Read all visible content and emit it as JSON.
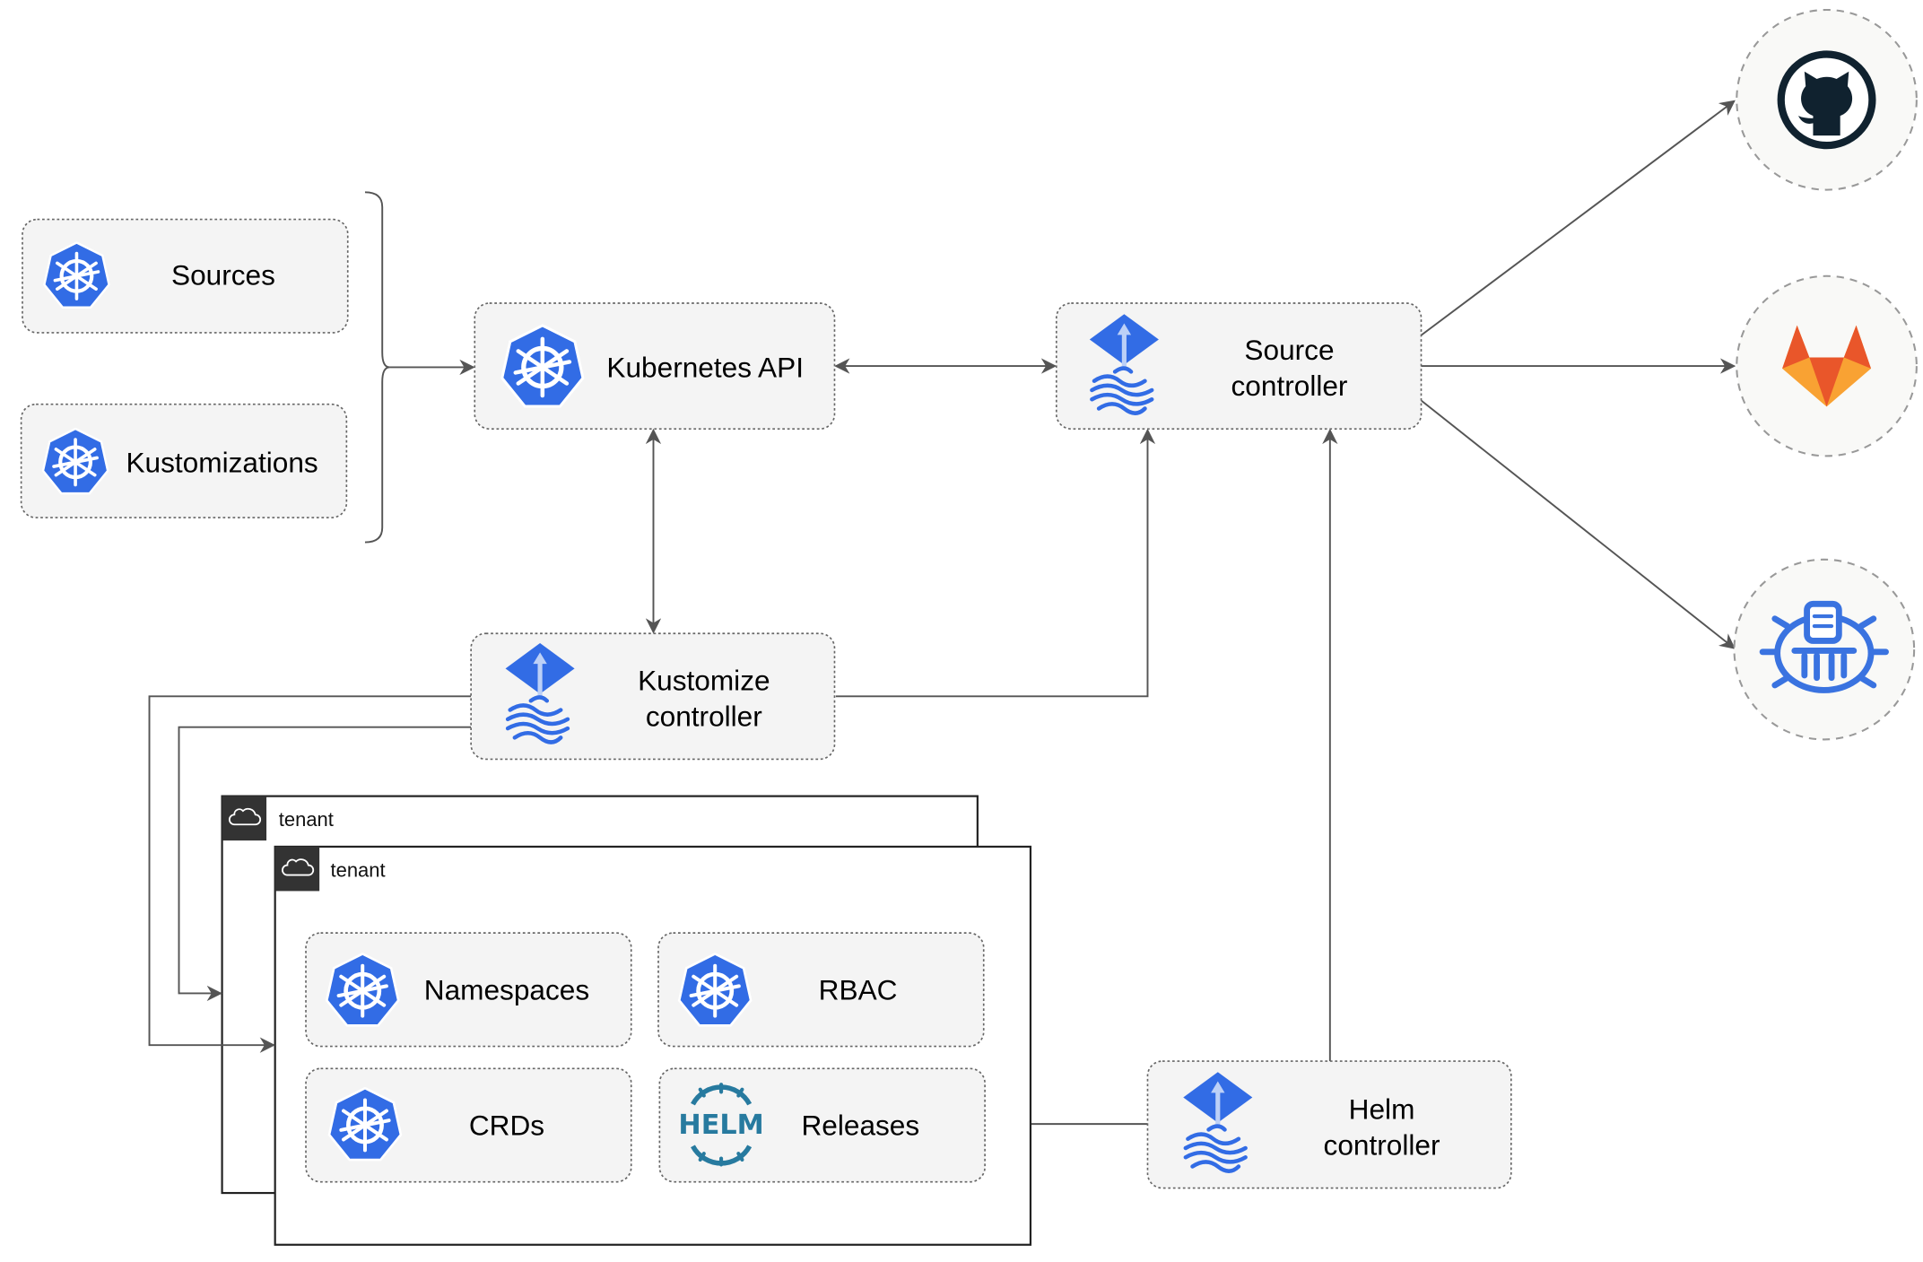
{
  "nodes": {
    "sources": "Sources",
    "kustomizations": "Kustomizations",
    "kubernetes_api": "Kubernetes API",
    "source_controller": [
      "Source",
      "controller"
    ],
    "kustomize_controller": [
      "Kustomize",
      "controller"
    ],
    "helm_controller": [
      "Helm",
      "controller"
    ],
    "namespaces": "Namespaces",
    "rbac": "RBAC",
    "crds": "CRDs",
    "releases": "Releases"
  },
  "tenants": [
    "tenant",
    "tenant"
  ],
  "external_sources": [
    "github-icon",
    "gitlab-icon",
    "bucket-icon"
  ],
  "icons": {
    "kubernetes": "kubernetes-icon",
    "flux": "flux-icon",
    "helm": "helm-icon",
    "helm_text": "HELM"
  },
  "colors": {
    "k8s_blue": "#326ce5",
    "github": "#10222f",
    "gitlab_orange": "#e9562a",
    "gitlab_light": "#f9a233",
    "helm": "#277a9f"
  }
}
